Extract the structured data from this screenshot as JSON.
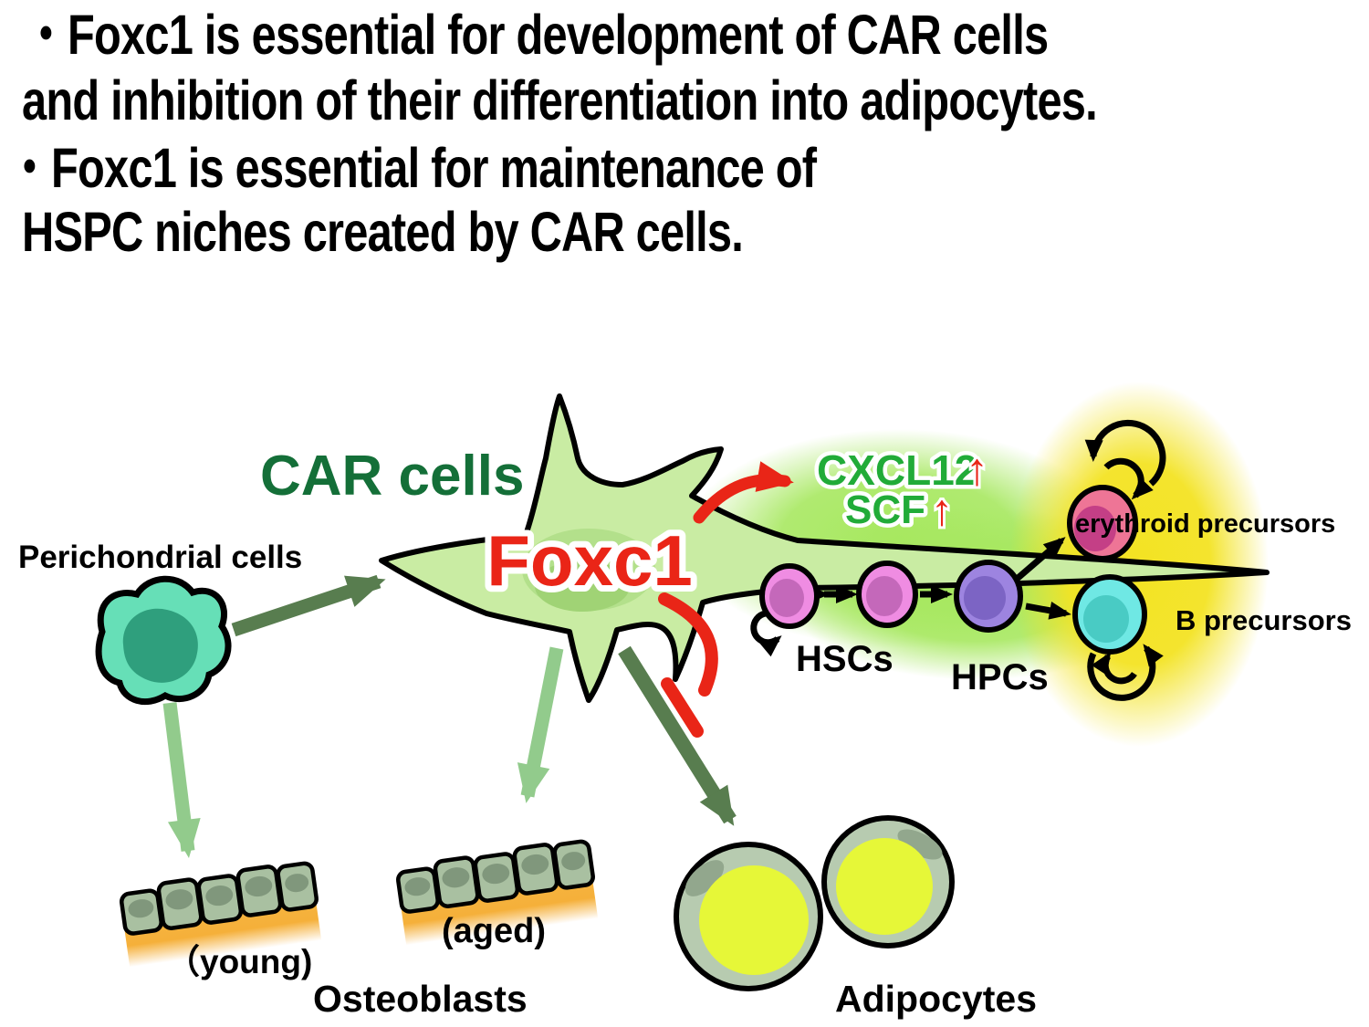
{
  "headline": {
    "lines": [
      "・Foxc1 is essential for development of CAR cells",
      "and inhibition of their differentiation into adipocytes.",
      "・Foxc1 is essential for maintenance of",
      "HSPC niches created by CAR cells."
    ]
  },
  "labels": {
    "car_cells": "CAR cells",
    "perichondrial": "Perichondrial cells",
    "foxc1": "Foxc1",
    "cxcl12": "CXCL12",
    "scf": "SCF",
    "up_arrow": "↑",
    "hscs": "HSCs",
    "hpcs": "HPCs",
    "erythroid": "erythroid precursors",
    "b_precursors": "B precursors",
    "young": "（young)",
    "aged": "(aged)",
    "osteoblasts": "Osteoblasts",
    "adipocytes": "Adipocytes"
  },
  "colors": {
    "headline_text": "#000000",
    "car_cells_label": "#146f38",
    "foxc1_label": "#ea2517",
    "cxcl12_scf_label": "#21ab38",
    "red_arrow": "#e92517",
    "dark_green_arrow": "#587d4f",
    "light_green_arrow": "#92cb8c",
    "car_cell_body": "#c9eca3",
    "car_cell_nucleus": "#b3e08b",
    "green_glow": "#a7e860",
    "yellow_glow": "#f3e323",
    "hsc_cell": "#ef8ce2",
    "hpc_cell": "#9d84e0",
    "erythroid_cell": "#ee7596",
    "b_precursor_cell": "#6fe8e4",
    "perichondrial_cell": "#66dfb7",
    "adipocyte_fill": "#e6f738",
    "adipocyte_rim": "#b7cbb0",
    "osteoblast_cell": "#a9c0a1",
    "bone_matrix": "#f6b440"
  }
}
